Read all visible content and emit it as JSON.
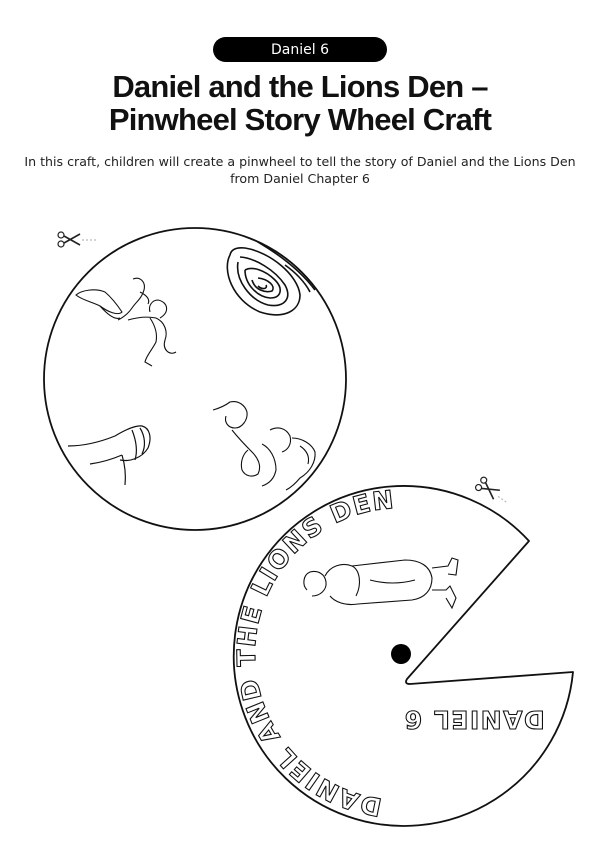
{
  "header": {
    "badge": "Daniel 6",
    "title_line1": "Daniel and the Lions Den –",
    "title_line2": "Pinwheel Story Wheel Craft",
    "subtitle_line1": "In this craft, children will create a pinwheel to tell the story of Daniel and the Lions Den",
    "subtitle_line2": "from Daniel Chapter 6"
  },
  "wheel_bottom": {
    "front_label": "DANIEL AND THE LIONS DEN",
    "window_label": "DANIEL 6"
  },
  "icons": {
    "cut_marker_1": "scissors-icon",
    "cut_marker_2": "scissors-icon"
  },
  "colors": {
    "badge_bg": "#000000",
    "line": "#111111",
    "page_bg": "#ffffff"
  }
}
